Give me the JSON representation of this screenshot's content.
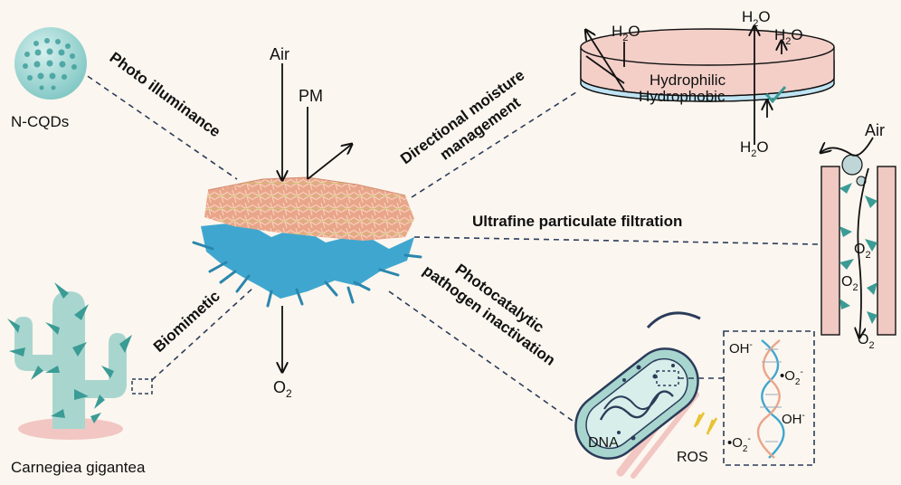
{
  "center": {
    "air": "Air",
    "pm": "PM",
    "o2_base": "O",
    "o2_sub": "2"
  },
  "branches": {
    "photo": "Photo illuminance",
    "moisture_line1": "Directional moisture",
    "moisture_line2": "management",
    "filtration": "Ultrafine particulate filtration",
    "biomimetic": "Biomimetic",
    "pathogen_line1": "Photocatalytic",
    "pathogen_line2": "pathogen inactivation"
  },
  "ncqd": {
    "label": "N-CQDs"
  },
  "cactus": {
    "label": "Carnegiea gigantea"
  },
  "membrane": {
    "top_layer": "Hydrophilic",
    "bottom_layer": "Hydrophobic",
    "h2o_base": "H",
    "h2o_sub": "2",
    "h2o_end": "O"
  },
  "filter": {
    "air": "Air",
    "o2_base": "O",
    "o2_sub": "2"
  },
  "bacteria": {
    "dna": "DNA",
    "ros": "ROS",
    "oh": "OH",
    "oh_sup": "-",
    "o2r_prefix": "•O",
    "o2r_sub": "2",
    "o2r_sup": "-"
  },
  "colors": {
    "fiber_top": "#e9a58a",
    "fiber_bottom": "#3fa7cf",
    "hydrophilic": "#f3cfc8",
    "hydrophobic": "#bfe3f2",
    "cactus": "#a8d6cf",
    "spike": "#3b9b95",
    "cqd": "#a9dbd9",
    "bacteria": "#a8d6cf",
    "filter_wall": "#f0c9c2",
    "dashed": "#2b3c5a"
  }
}
